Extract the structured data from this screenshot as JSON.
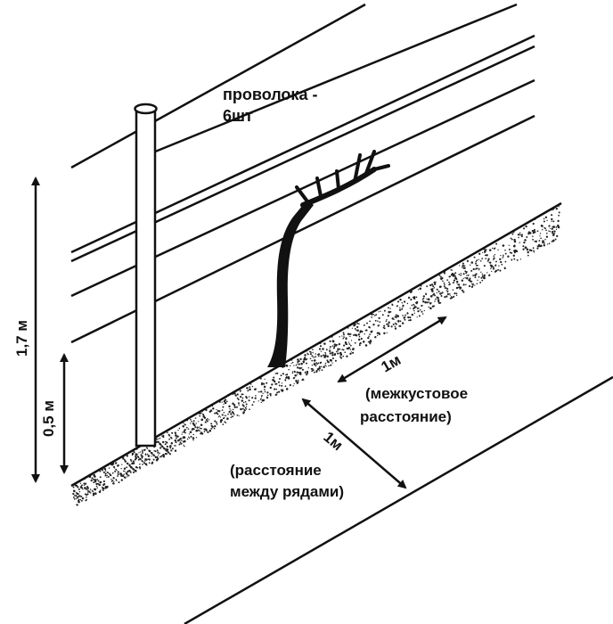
{
  "labels": {
    "wire_count_line1": "проволока -",
    "wire_count_line2": "6шт",
    "height_total": "1,7 м",
    "height_first_wire": "0,5 м",
    "vine_spacing_value": "1м",
    "vine_spacing_line1": "(межкустовое",
    "vine_spacing_line2": "расстояние)",
    "row_spacing_value": "1м",
    "row_spacing_line1": "(расстояние",
    "row_spacing_line2": "между рядами)"
  },
  "colors": {
    "ink": "#111111",
    "background": "#ffffff"
  }
}
